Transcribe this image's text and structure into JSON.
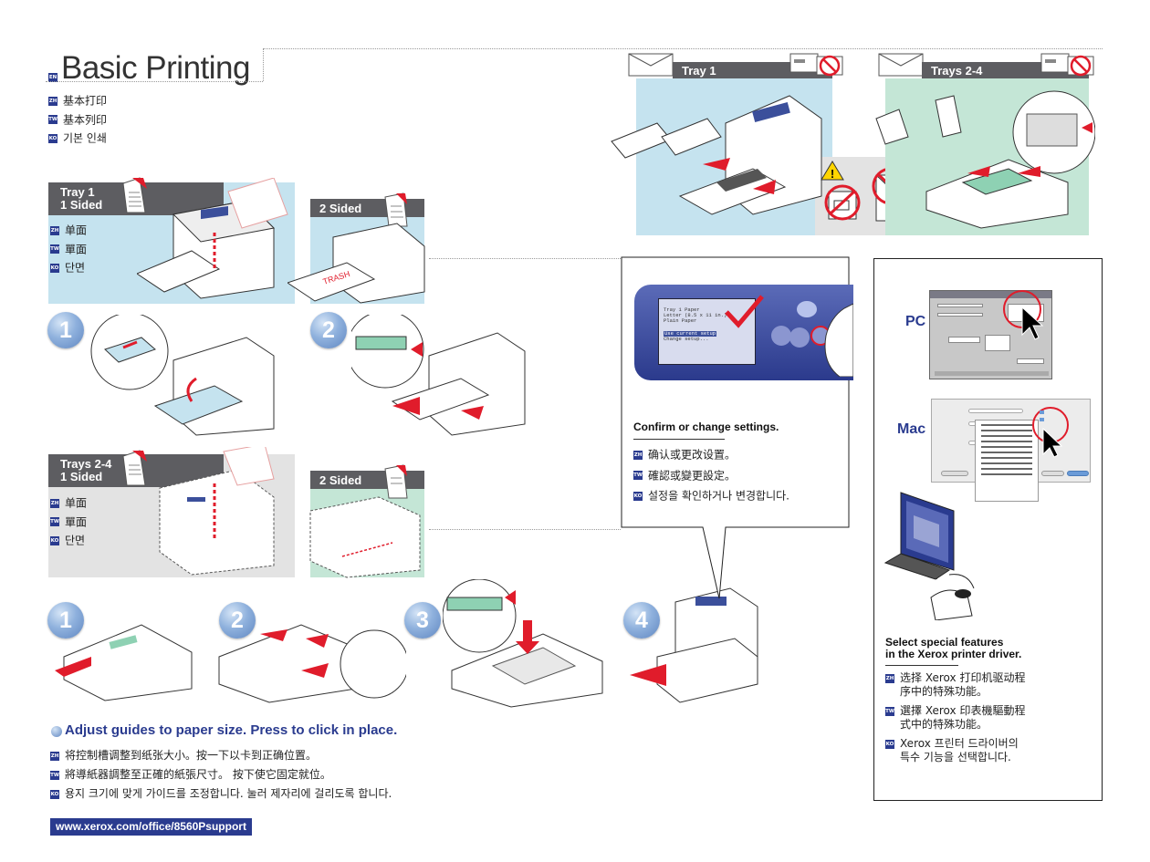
{
  "header": {
    "lang_tag": "EN",
    "title": "Basic Printing",
    "translations": [
      {
        "tag": "ZH",
        "text": "基本打印"
      },
      {
        "tag": "TW",
        "text": "基本列印"
      },
      {
        "tag": "KO",
        "text": "기본 인쇄"
      }
    ]
  },
  "tray1_section": {
    "bar_label": "Tray 1\n1 Sided",
    "translations": [
      {
        "tag": "ZH",
        "text": "单面"
      },
      {
        "tag": "TW",
        "text": "單面"
      },
      {
        "tag": "KO",
        "text": "단면"
      }
    ],
    "two_sided_label": "2 Sided",
    "step1": "1",
    "step2": "2"
  },
  "trays24_section": {
    "bar_label": "Trays 2-4\n1 Sided",
    "translations": [
      {
        "tag": "ZH",
        "text": "单面"
      },
      {
        "tag": "TW",
        "text": "單面"
      },
      {
        "tag": "KO",
        "text": "단면"
      }
    ],
    "two_sided_label": "2 Sided",
    "steps": [
      "1",
      "2",
      "3",
      "4"
    ]
  },
  "envelopes": {
    "tray1_label": "Tray 1",
    "trays24_label": "Trays 2-4"
  },
  "control_panel": {
    "screen_lines": [
      "Tray 1 Paper",
      "Letter (8.5 x 11 in.)",
      "Plain Paper"
    ],
    "menu_selected": "Use current setup",
    "menu_other": "Change setup...",
    "heading": "Confirm or change settings.",
    "translations": [
      {
        "tag": "ZH",
        "text": "确认或更改设置。"
      },
      {
        "tag": "TW",
        "text": "確認或變更設定。"
      },
      {
        "tag": "KO",
        "text": "설정을 확인하거나 변경합니다."
      }
    ]
  },
  "driver_panel": {
    "pc_label": "PC",
    "mac_label": "Mac",
    "heading_line1": "Select special features",
    "heading_line2": "in the Xerox printer driver.",
    "translations": [
      {
        "tag": "ZH",
        "line1": "选择 Xerox 打印机驱动程",
        "line2": "序中的特殊功能。"
      },
      {
        "tag": "TW",
        "line1": "選擇 Xerox 印表機驅動程",
        "line2": "式中的特殊功能。"
      },
      {
        "tag": "KO",
        "line1": "Xerox 프린터 드라이버의",
        "line2": "특수 기능을 선택합니다."
      }
    ]
  },
  "adjust": {
    "heading": "Adjust guides to paper size. Press to click in place.",
    "translations": [
      {
        "tag": "ZH",
        "text": "将控制槽调整到纸张大小。按一下以卡到正确位置。"
      },
      {
        "tag": "TW",
        "text": "將導紙器調整至正確的紙張尺寸。 按下使它固定就位。"
      },
      {
        "tag": "KO",
        "text": "용지 크기에 맞게 가이드를 조정합니다. 눌러 제자리에 걸리도록 합니다."
      }
    ]
  },
  "footer": {
    "url": "www.xerox.com/office/8560Psupport"
  },
  "colors": {
    "bar_dark": "#5d5d61",
    "tray1_blue": "#c5e3ef",
    "trays_green": "#c4e6d6",
    "accent_red": "#e01c2b",
    "heading_blue": "#2a3b8f"
  }
}
